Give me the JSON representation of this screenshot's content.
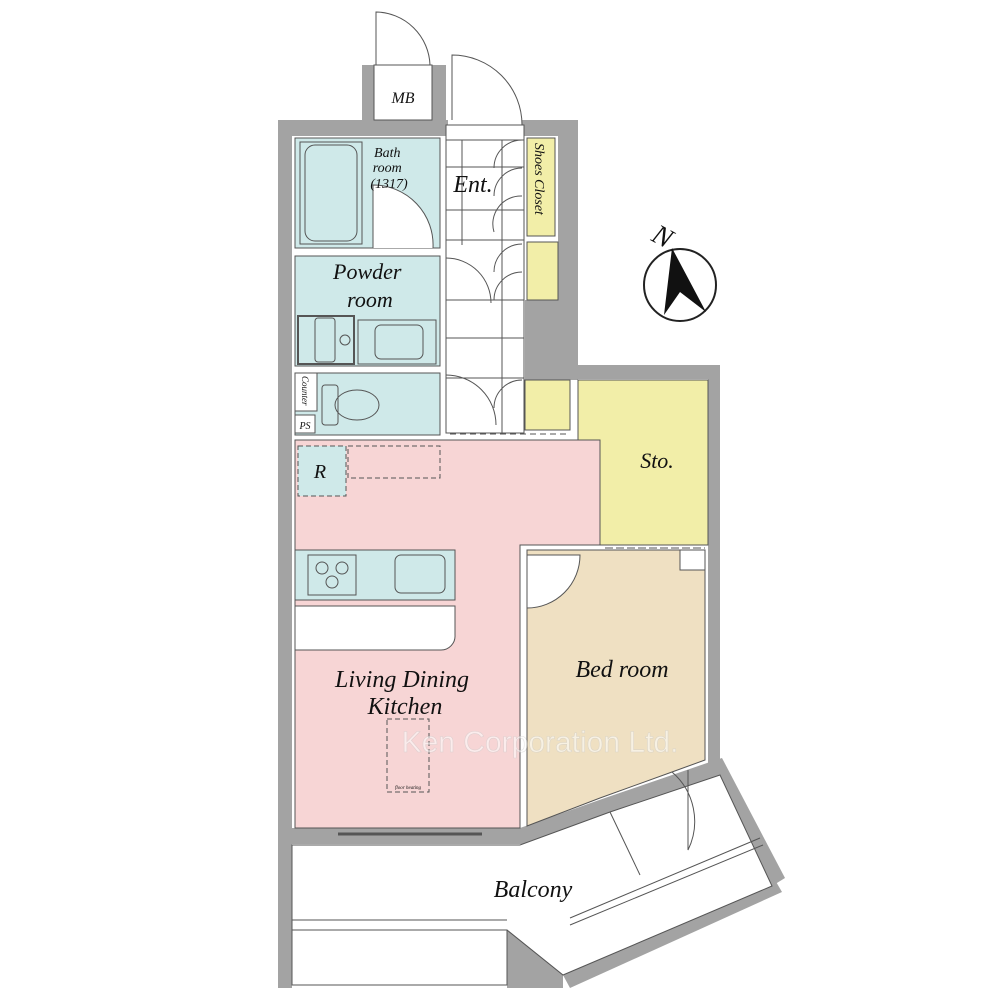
{
  "colors": {
    "wall": "#a3a3a3",
    "wet": "#cfe9e9",
    "ldk": "#f7d5d5",
    "storage": "#f2eea8",
    "bedroom": "#efe0c2"
  },
  "rooms": {
    "mb": "MB",
    "bath": [
      "Bath",
      "room",
      "(1317)"
    ],
    "entrance": "Ent.",
    "shoes_closet": "Shoes Closet",
    "powder": [
      "Powder",
      "room"
    ],
    "counter": "Counter",
    "ps": "PS",
    "refrigerator": "R",
    "storage": "Sto.",
    "ldk": [
      "Living Dining",
      "Kitchen"
    ],
    "floor_heating": "floor heating",
    "bedroom": "Bed room",
    "balcony": "Balcony"
  },
  "compass": {
    "label": "N"
  },
  "watermark": "Ken Corporation Ltd."
}
